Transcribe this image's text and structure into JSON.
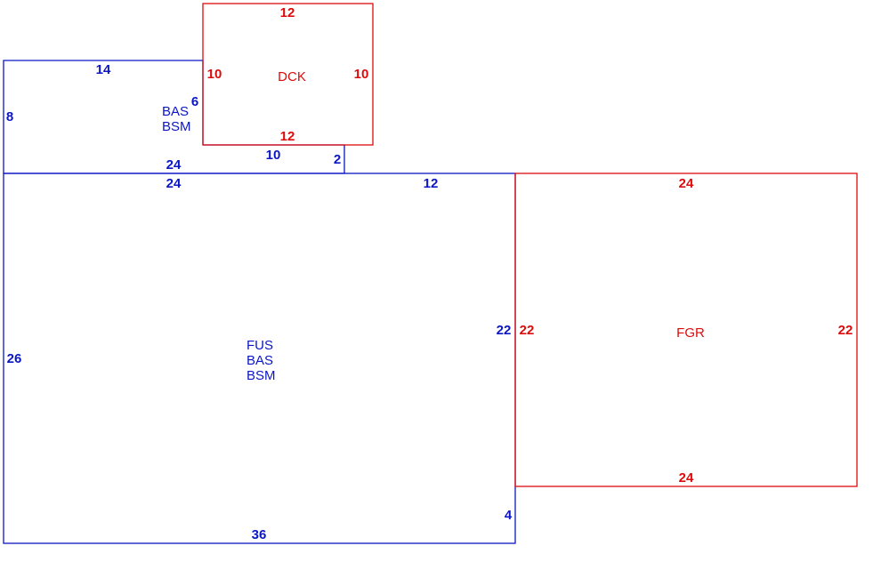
{
  "colors": {
    "blue": "#0b16c4",
    "red": "#dd0c0c"
  },
  "areas": {
    "bas_upper": {
      "labels": [
        "BAS",
        "BSM"
      ],
      "dim_top": "14",
      "dim_left": "8",
      "dim_notch": "6",
      "dim_bottom": "24",
      "dim_step": "10",
      "dim_step_right": "2"
    },
    "deck": {
      "label": "DCK",
      "dim_top": "12",
      "dim_bottom": "12",
      "dim_left": "10",
      "dim_right": "10"
    },
    "main": {
      "labels": [
        "FUS",
        "BAS",
        "BSM"
      ],
      "dim_top_left": "24",
      "dim_top_right": "12",
      "dim_left": "26",
      "dim_right": "22",
      "dim_bottom": "36",
      "dim_bottom_right": "4"
    },
    "garage": {
      "label": "FGR",
      "dim_top": "24",
      "dim_bottom": "24",
      "dim_left": "22",
      "dim_right": "22"
    }
  }
}
